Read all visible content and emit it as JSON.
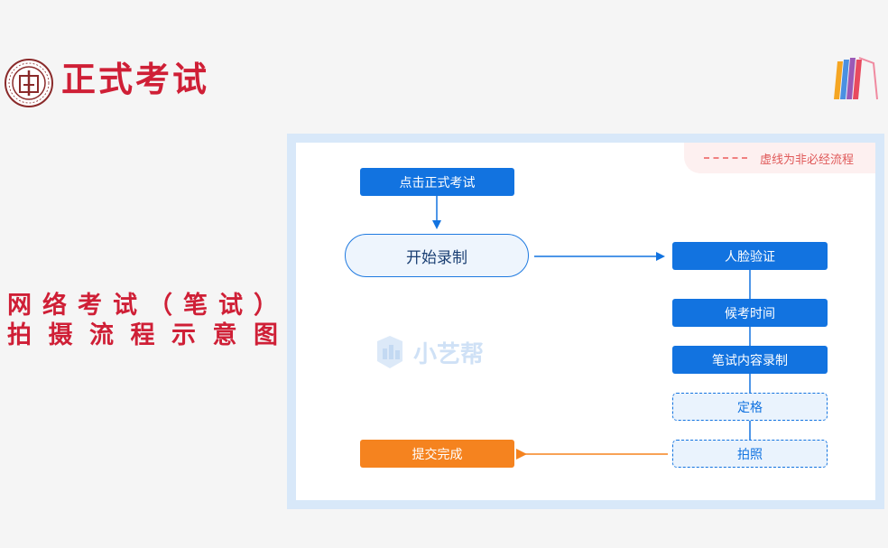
{
  "header": {
    "title": "正式考试"
  },
  "side_title": {
    "line1": [
      "网",
      "络",
      "考",
      "试",
      "（",
      "笔",
      "试",
      "）"
    ],
    "line2": [
      "拍",
      "摄",
      "流",
      "程",
      "示",
      "意",
      "图"
    ]
  },
  "legend": {
    "text": "虚线为非必经流程"
  },
  "watermark": {
    "text": "小艺帮"
  },
  "flow": {
    "start": "点击正式考试",
    "record": "开始录制",
    "face": "人脸验证",
    "wait": "候考时间",
    "content": "笔试内容录制",
    "freeze": "定格",
    "photo": "拍照",
    "submit": "提交完成"
  },
  "colors": {
    "brand_red": "#cf1f36",
    "flow_blue": "#1273e0",
    "submit_orange": "#f5831f",
    "panel_border": "#d8e8f9",
    "legend_dash": "#f08080"
  }
}
